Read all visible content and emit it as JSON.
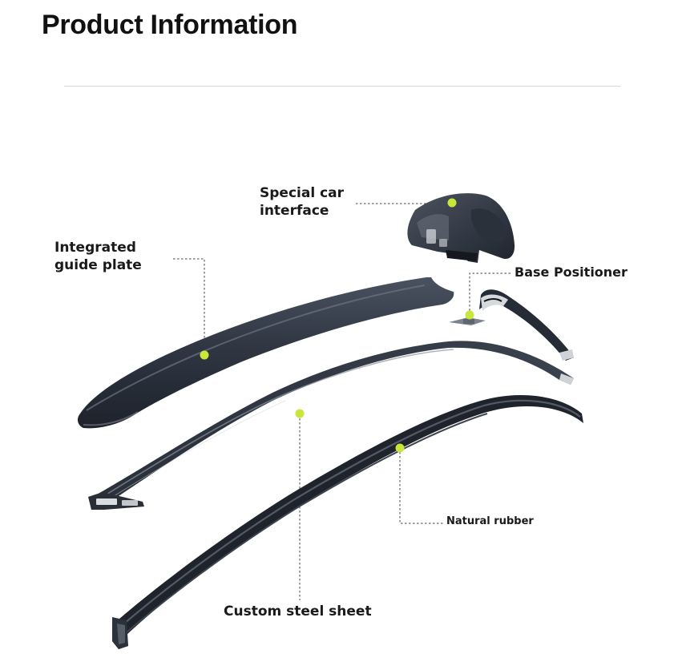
{
  "page": {
    "title": "Product Information"
  },
  "colors": {
    "marker": "#c9e63a",
    "part_dark": "#262c37",
    "part_mid": "#3b4350",
    "part_light": "#5a6472",
    "leader_line": "#444444"
  },
  "labels": {
    "special_interface": {
      "line1": "Special car",
      "line2": "interface"
    },
    "guide_plate": {
      "line1": "Integrated",
      "line2": "guide plate"
    },
    "base_positioner": "Base Positioner",
    "natural_rubber": "Natural rubber",
    "custom_steel": "Custom steel sheet"
  },
  "parts": [
    {
      "name": "special-car-interface",
      "icon": "wiper-connector-icon"
    },
    {
      "name": "integrated-guide-plate",
      "icon": "spoiler-guide-icon"
    },
    {
      "name": "base-positioner",
      "icon": "end-cap-icon"
    },
    {
      "name": "custom-steel-sheet",
      "icon": "steel-rail-icon"
    },
    {
      "name": "natural-rubber",
      "icon": "rubber-strip-icon"
    }
  ]
}
